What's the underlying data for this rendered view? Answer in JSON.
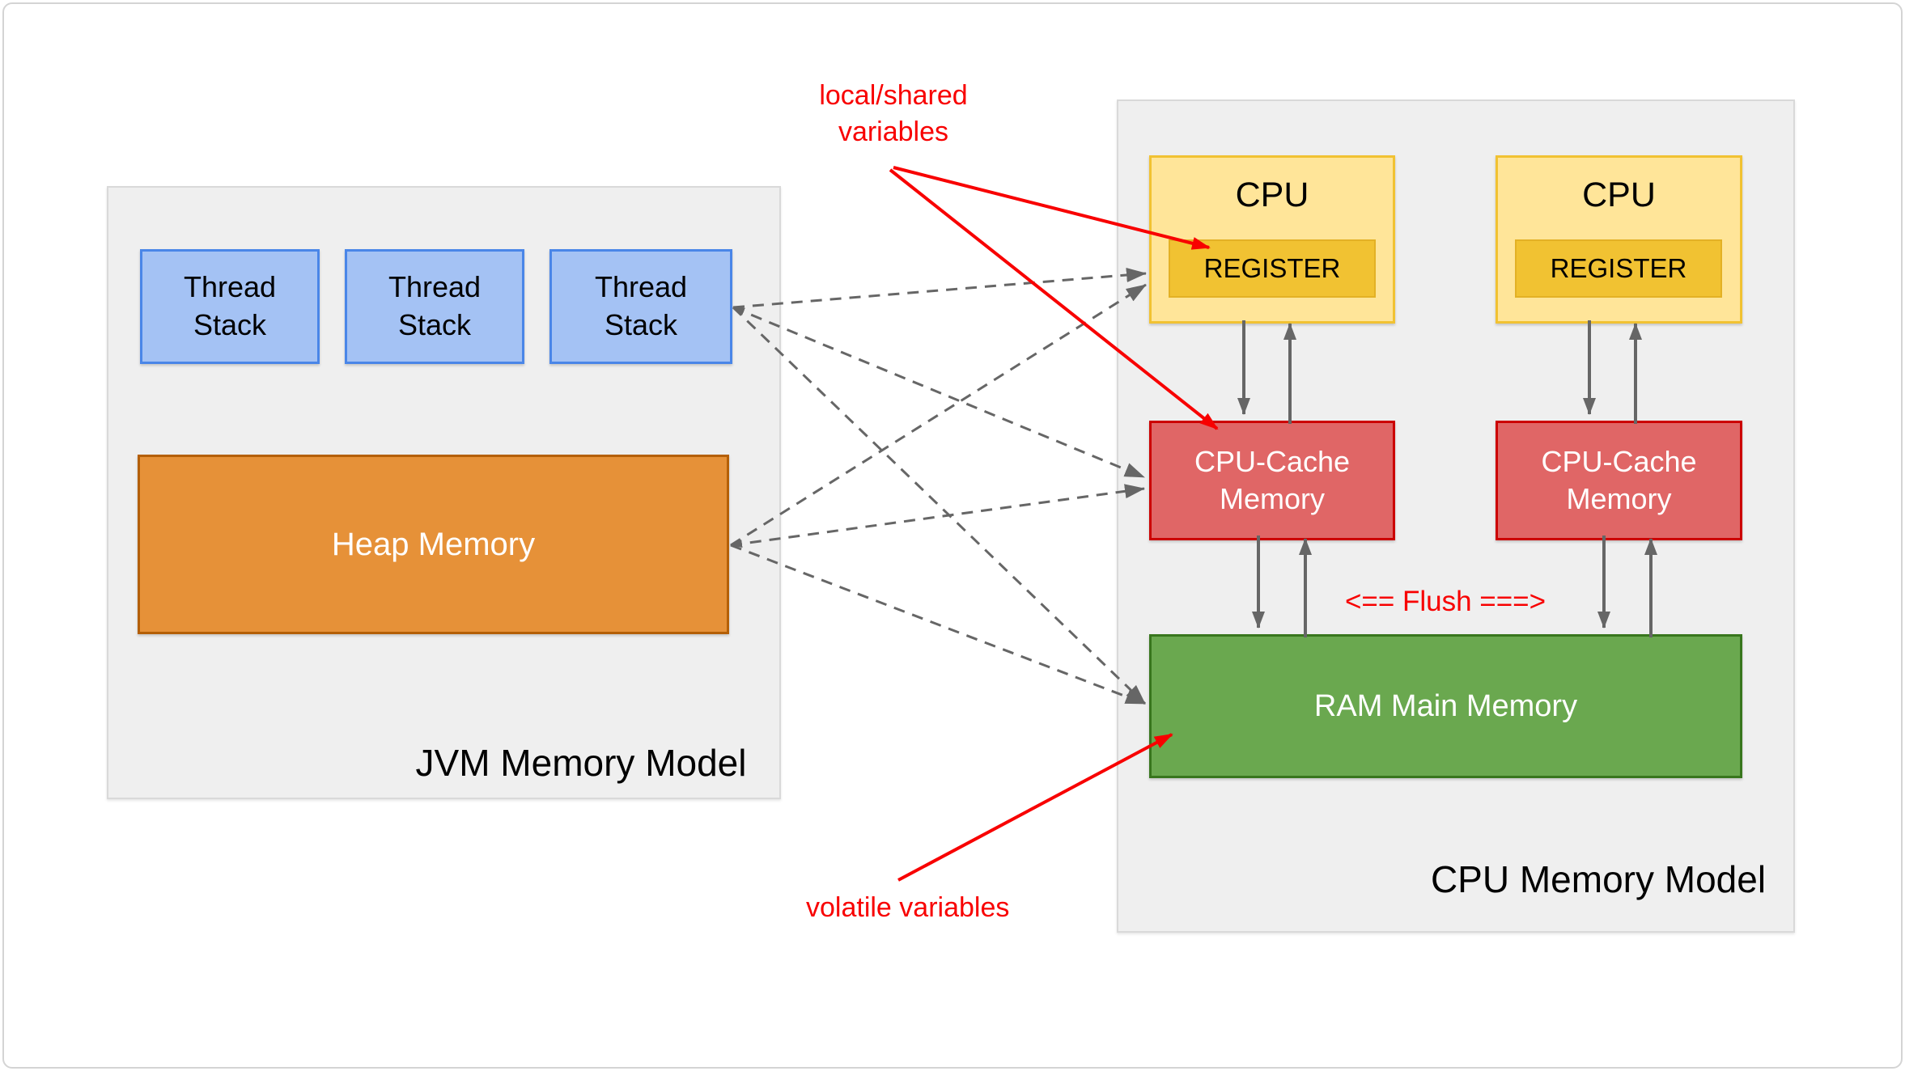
{
  "jvm": {
    "title": "JVM Memory Model",
    "thread_stacks": [
      "Thread Stack",
      "Thread Stack",
      "Thread Stack"
    ],
    "heap_label": "Heap Memory"
  },
  "cpu": {
    "title": "CPU Memory Model",
    "units": [
      {
        "cpu_label": "CPU",
        "register_label": "REGISTER",
        "cache_label": "CPU-Cache Memory"
      },
      {
        "cpu_label": "CPU",
        "register_label": "REGISTER",
        "cache_label": "CPU-Cache Memory"
      }
    ],
    "ram_label": "RAM Main Memory",
    "flush_label": "<== Flush ===>"
  },
  "annotations": {
    "local_shared_label": "local/shared variables",
    "volatile_label": "volatile variables"
  },
  "colors": {
    "canvas-border": "#d4d4d4",
    "panel-fill": "#efefef",
    "panel-border": "#d9d9d9",
    "blue-fill": "#a4c2f4",
    "blue-border": "#4a86e8",
    "orange-fill": "#e69138",
    "orange-border": "#b45f06",
    "yellow-fill": "#ffe599",
    "yellow-border": "#f1c232",
    "gold-fill": "#f1c232",
    "gold-border": "#e3b125",
    "cache-fill": "#e06666",
    "cache-border": "#cc0000",
    "green-fill": "#6aa84f",
    "green-border": "#38761d",
    "arrow-gray": "#666666",
    "annotation-red": "#f80000",
    "text-dark": "#000000",
    "text-light": "#ffffff"
  }
}
